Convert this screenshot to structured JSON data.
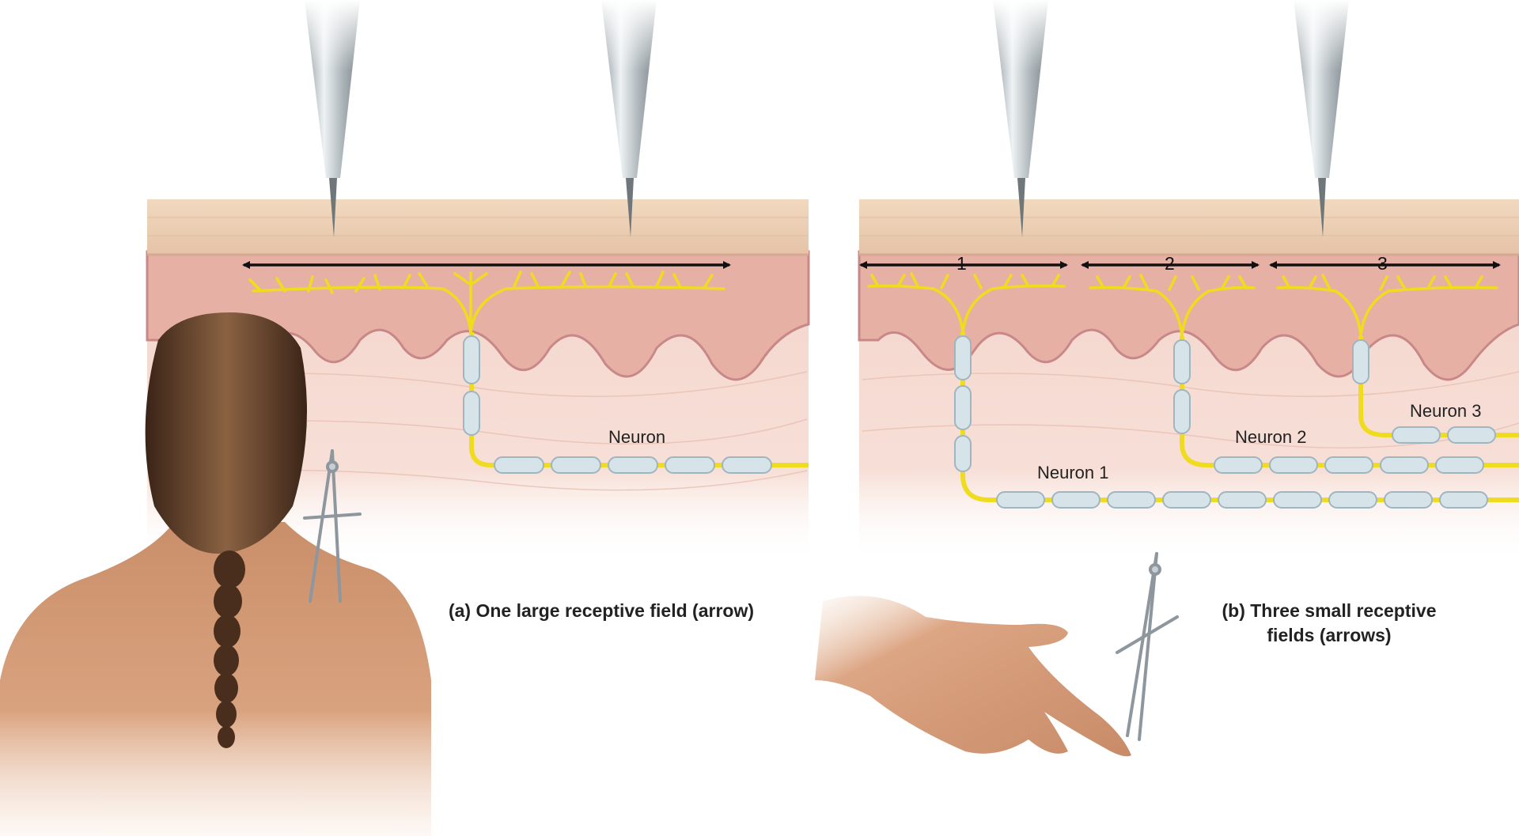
{
  "panel_a": {
    "caption": "(a) One large receptive field (arrow)",
    "neuron_label": "Neuron"
  },
  "panel_b": {
    "caption_line1": "(b) Three small receptive",
    "caption_line2": "fields (arrows)",
    "field_numbers": [
      "1",
      "2",
      "3"
    ],
    "neuron_labels": [
      "Neuron 1",
      "Neuron 2",
      "Neuron 3"
    ]
  },
  "colors": {
    "skin_surface": "#ecd0b4",
    "epidermis": "#e8b3a8",
    "dermis": "#f3d2c8",
    "nerve": "#f0dc1e",
    "myelin": "#d6e4ea",
    "arrow": "#111111",
    "probe": "#b9c1c6"
  }
}
